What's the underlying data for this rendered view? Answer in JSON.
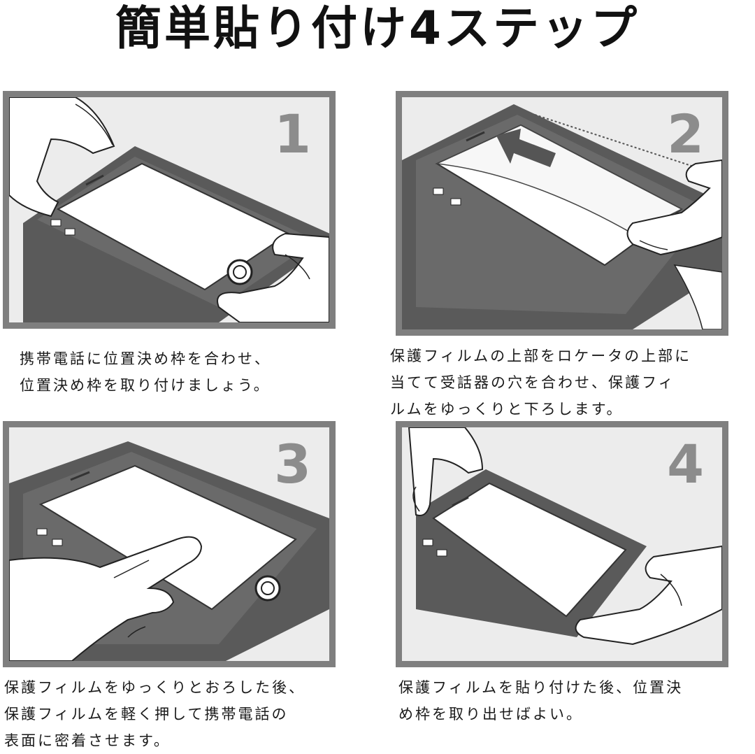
{
  "title": "簡単貼り付け4ステップ",
  "steps": [
    {
      "number": "1",
      "lines": [
        "携帯電話に位置決め枠を合わせ、",
        "位置決め枠を取り付けましょう。"
      ]
    },
    {
      "number": "2",
      "lines": [
        "保護フィルムの上部をロケータの上部に",
        "当てて受話器の穴を合わせ、保護フィ",
        "ルムをゆっくりと下ろします。"
      ]
    },
    {
      "number": "3",
      "lines": [
        "保護フィルムをゆっくりとおろした後、",
        "保護フィルムを軽く押して携帯電話の",
        "表面に密着させます。"
      ]
    },
    {
      "number": "4",
      "lines": [
        "保護フィルムを貼り付けた後、位置決",
        "め枠を取り出せばよい。"
      ]
    }
  ],
  "colors": {
    "frame": "#7f7f7f",
    "panel_bg": "#ececec",
    "phone_body": "#5a5a5a",
    "screen": "#ffffff",
    "number": "#8c8c8c"
  }
}
